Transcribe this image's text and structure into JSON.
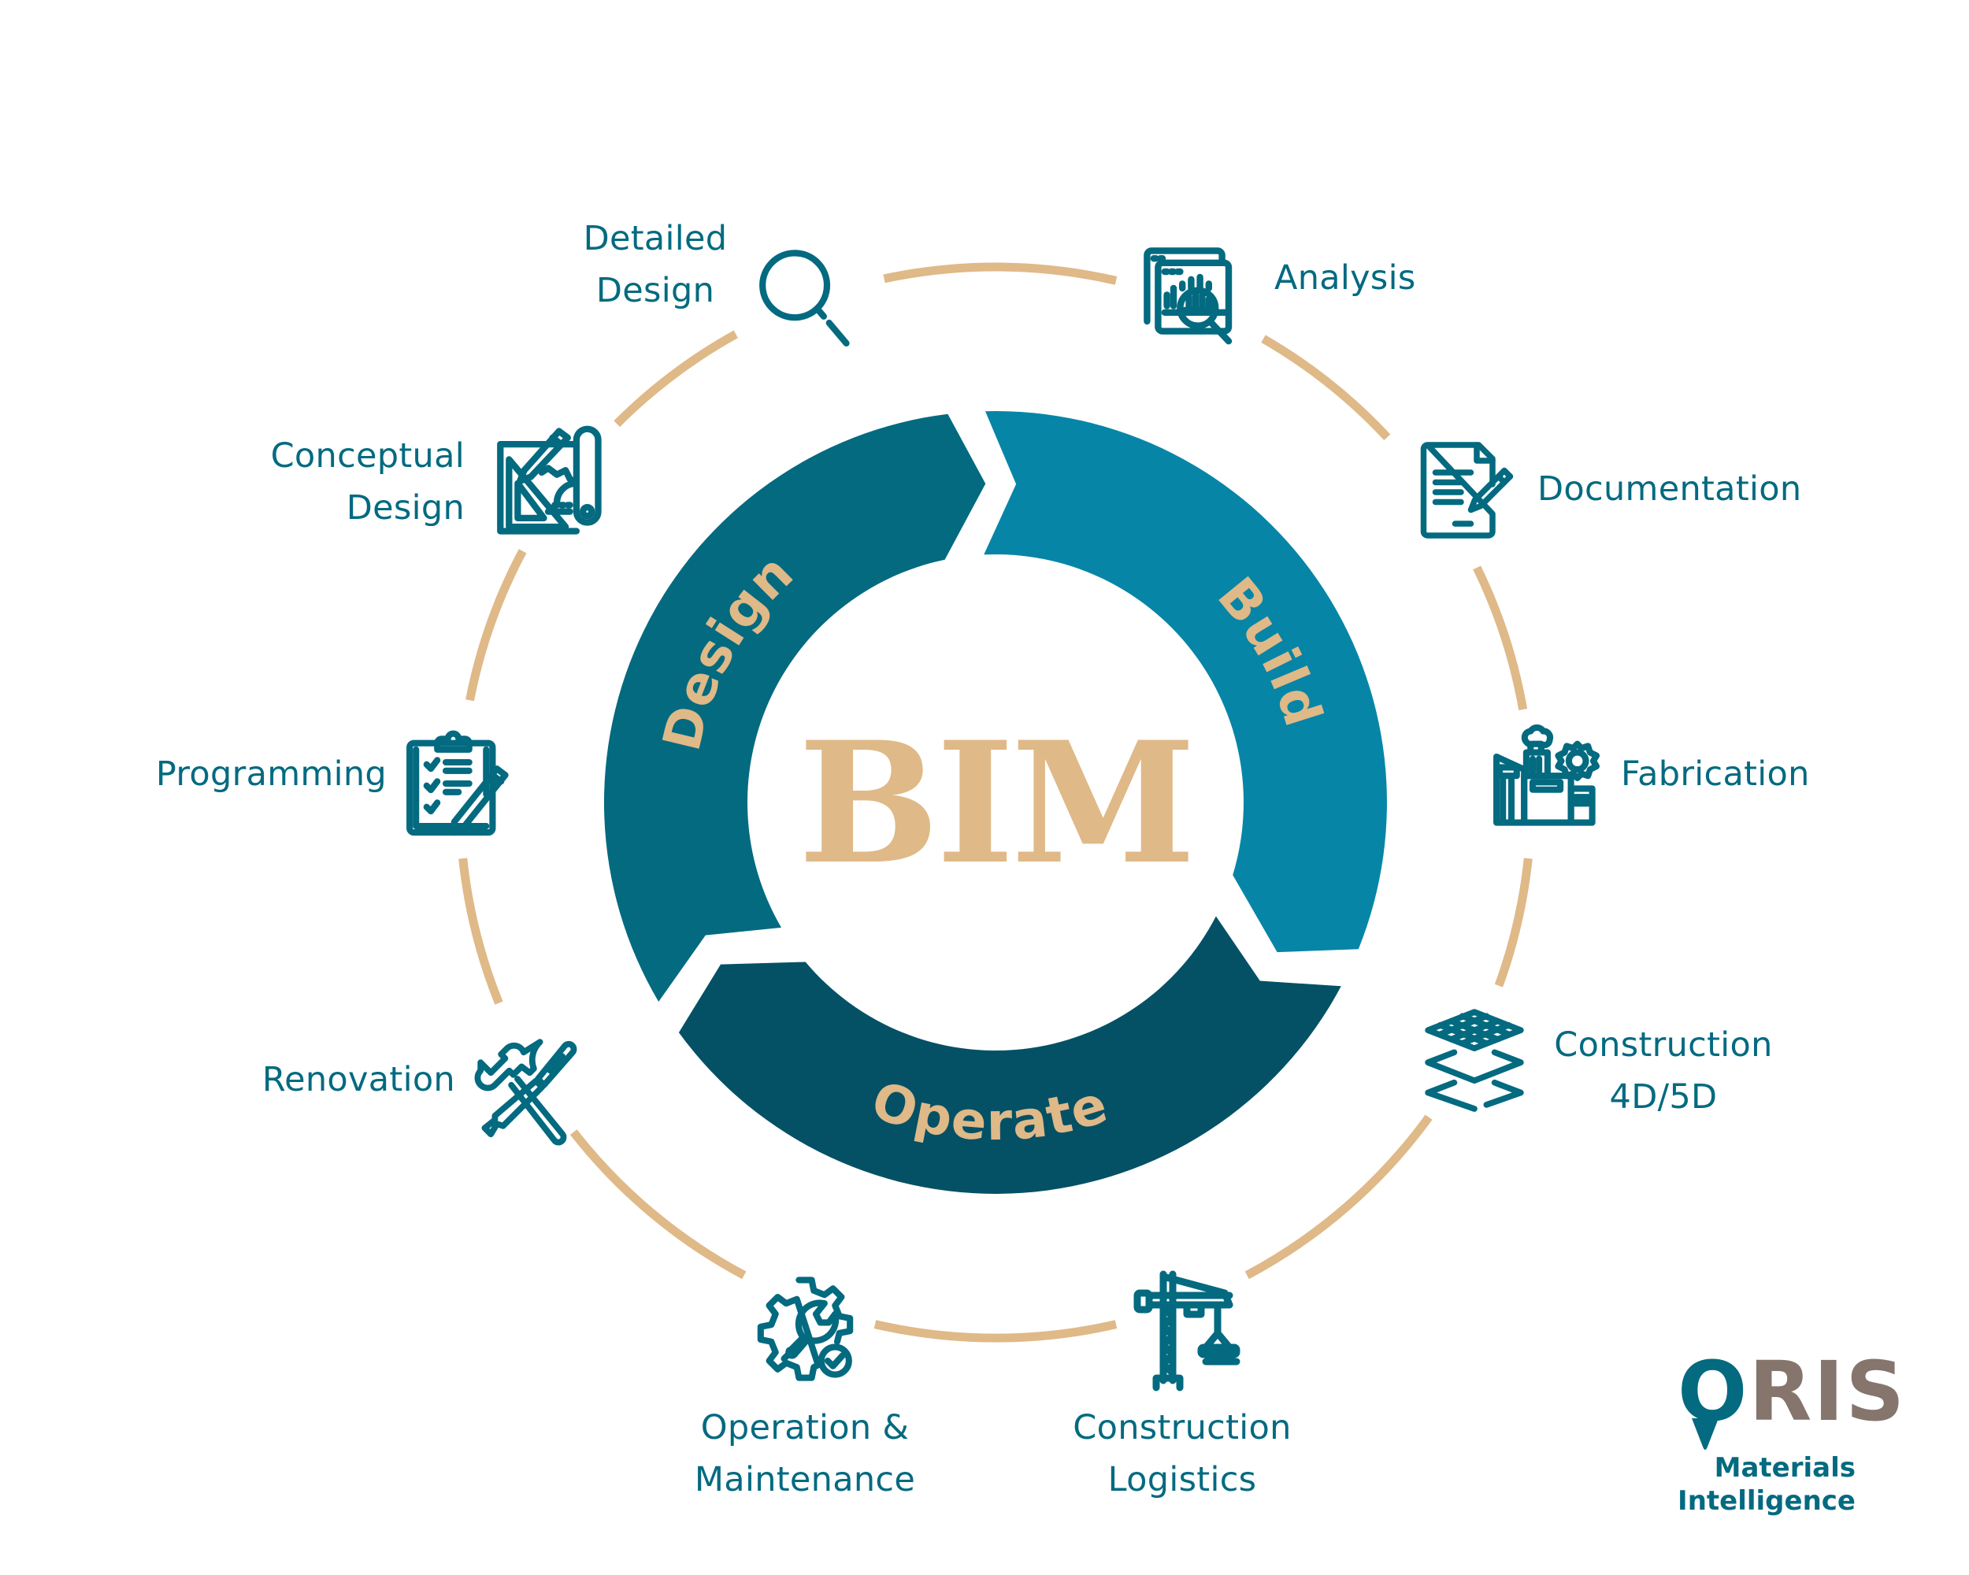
{
  "center_title": "BIM",
  "colors": {
    "label_text": "#036a80",
    "accent_tan": "#dfb987",
    "design_segment": "#036a80",
    "build_segment": "#0785a7",
    "operate_segment": "#045166",
    "logo_gray": "#85756d"
  },
  "phases": [
    {
      "key": "design",
      "label": "Design"
    },
    {
      "key": "build",
      "label": "Build"
    },
    {
      "key": "operate",
      "label": "Operate"
    }
  ],
  "stages": [
    {
      "key": "detailed-design",
      "lines": [
        "Detailed",
        "Design"
      ],
      "icon": "magnifier-icon"
    },
    {
      "key": "analysis",
      "lines": [
        "Analysis"
      ],
      "icon": "analytics-window-icon"
    },
    {
      "key": "documentation",
      "lines": [
        "Documentation"
      ],
      "icon": "document-pen-icon"
    },
    {
      "key": "fabrication",
      "lines": [
        "Fabrication"
      ],
      "icon": "factory-gear-icon"
    },
    {
      "key": "construction-4d5d",
      "lines": [
        "Construction",
        "4D/5D"
      ],
      "icon": "layers-grid-icon"
    },
    {
      "key": "construction-logistics",
      "lines": [
        "Construction",
        "Logistics"
      ],
      "icon": "tower-crane-icon"
    },
    {
      "key": "operation-maintenance",
      "lines": [
        "Operation &",
        "Maintenance"
      ],
      "icon": "gear-wrench-check-icon"
    },
    {
      "key": "renovation",
      "lines": [
        "Renovation"
      ],
      "icon": "hammer-screwdriver-icon"
    },
    {
      "key": "programming",
      "lines": [
        "Programming"
      ],
      "icon": "clipboard-checklist-icon"
    },
    {
      "key": "conceptual-design",
      "lines": [
        "Conceptual",
        "Design"
      ],
      "icon": "blueprint-pencil-icon"
    }
  ],
  "logo": {
    "first_letter": "O",
    "rest": "RIS",
    "subtitle_lines": [
      "Materials",
      "Intelligence"
    ]
  }
}
